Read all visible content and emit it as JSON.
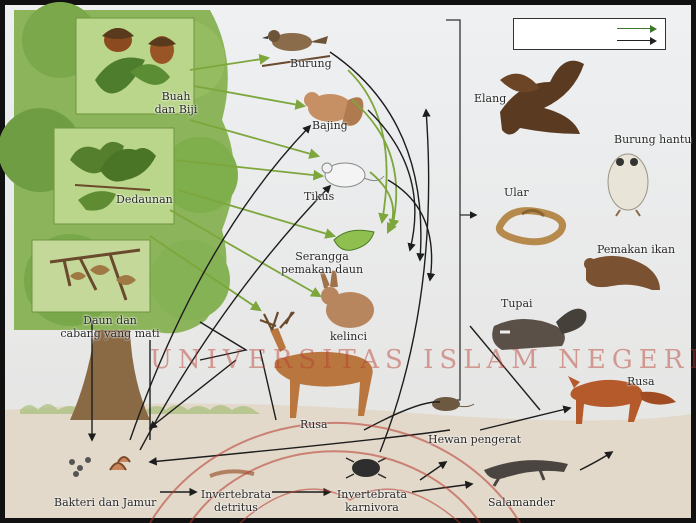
{
  "labels": {
    "buah_dan_biji": "Buah\ndan Biji",
    "dedaunan": "Dedaunan",
    "daun_cabang_mati": "Daun dan\ncabang yang mati",
    "burung": "Burung",
    "bajing": "Bajing",
    "tikus": "Tikus",
    "serangga": "Serangga\npemakan daun",
    "kelinci": "kelinci",
    "rusa_center": "Rusa",
    "elang": "Elang",
    "burung_hantu": "Burung hantu",
    "ular": "Ular",
    "pemakan_ikan": "Pemakan ikan",
    "tupai": "Tupai",
    "rusa_right": "Rusa",
    "hewan_pengerat": "Hewan pengerat",
    "salamander": "Salamander",
    "bakteri_jamur": "Bakteri dan Jamur",
    "invertebrata_detritus": "Invertebrata\ndetritus",
    "invertebrata_karnivora": "Invertebrata\nkarnivora"
  },
  "watermark": "UNIVERSITAS ISLAM NEGERI FATMAWATI",
  "colors": {
    "sky": "#e9ecef",
    "tree": "#8cb45a",
    "tree_dark": "#5e8f3a",
    "ground": "#dfd6c7",
    "green_arrow": "#7da63c",
    "black_arrow": "#1d1d1d",
    "watermark": "#b83a2e"
  }
}
